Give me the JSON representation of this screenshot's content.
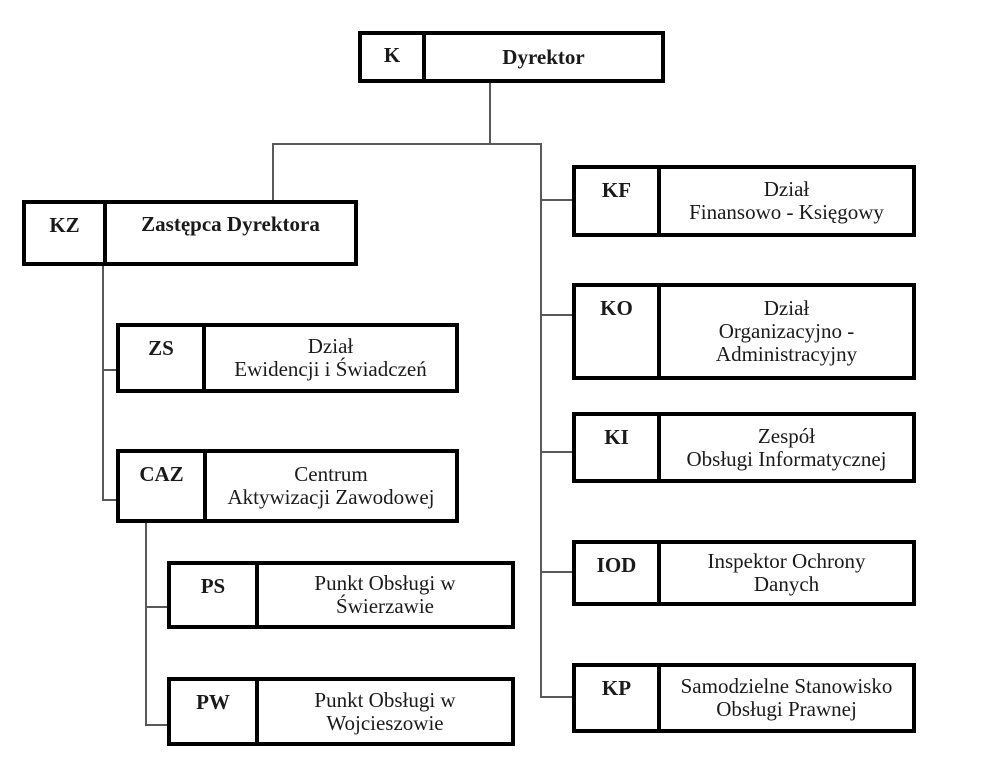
{
  "diagram": {
    "type": "organizational-chart",
    "language": "Polish",
    "colors": {
      "background": "#ffffff",
      "box_border": "#000000",
      "connector": "#595959",
      "text": "#1a1a1a"
    },
    "nodes": [
      {
        "id": "K",
        "code": "K",
        "lines": [
          "Dyrektor"
        ],
        "parent": null
      },
      {
        "id": "KZ",
        "code": "KZ",
        "lines": [
          "Zastępca Dyrektora"
        ],
        "parent": "K"
      },
      {
        "id": "ZS",
        "code": "ZS",
        "lines": [
          "Dział",
          "Ewidencji i Świadczeń"
        ],
        "parent": "KZ"
      },
      {
        "id": "CAZ",
        "code": "CAZ",
        "lines": [
          "Centrum",
          "Aktywizacji Zawodowej"
        ],
        "parent": "KZ"
      },
      {
        "id": "PS",
        "code": "PS",
        "lines": [
          "Punkt Obsługi w",
          "Świerzawie"
        ],
        "parent": "CAZ"
      },
      {
        "id": "PW",
        "code": "PW",
        "lines": [
          "Punkt Obsługi w",
          "Wojcieszowie"
        ],
        "parent": "CAZ"
      },
      {
        "id": "KF",
        "code": "KF",
        "lines": [
          "Dział",
          "Finansowo - Księgowy"
        ],
        "parent": "K"
      },
      {
        "id": "KO",
        "code": "KO",
        "lines": [
          "Dział",
          "Organizacyjno -",
          "Administracyjny"
        ],
        "parent": "K"
      },
      {
        "id": "KI",
        "code": "KI",
        "lines": [
          "Zespół",
          "Obsługi Informatycznej"
        ],
        "parent": "K"
      },
      {
        "id": "IOD",
        "code": "IOD",
        "lines": [
          "Inspektor Ochrony",
          "Danych"
        ],
        "parent": "K"
      },
      {
        "id": "KP",
        "code": "KP",
        "lines": [
          "Samodzielne Stanowisko",
          "Obsługi Prawnej"
        ],
        "parent": "K"
      }
    ]
  }
}
